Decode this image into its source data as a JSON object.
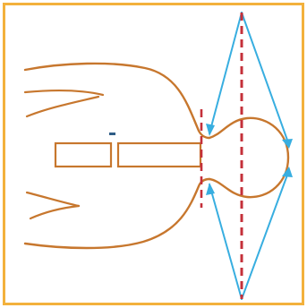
{
  "colors": {
    "frame": "#F3B13C",
    "background": "#FFFFFF",
    "body_outline": "#C7772E",
    "axis_dash": "#C4303A",
    "sight_lines": "#38AEE0",
    "small_mark": "#2F5D86"
  },
  "figure": {
    "icons": [
      "body-outline",
      "head-outline",
      "measuring-rectangle-left",
      "measuring-rectangle-right",
      "neck-axis-dashed-line",
      "central-axis-dashed-line",
      "sight-triangle-lines",
      "arrowheads"
    ]
  }
}
